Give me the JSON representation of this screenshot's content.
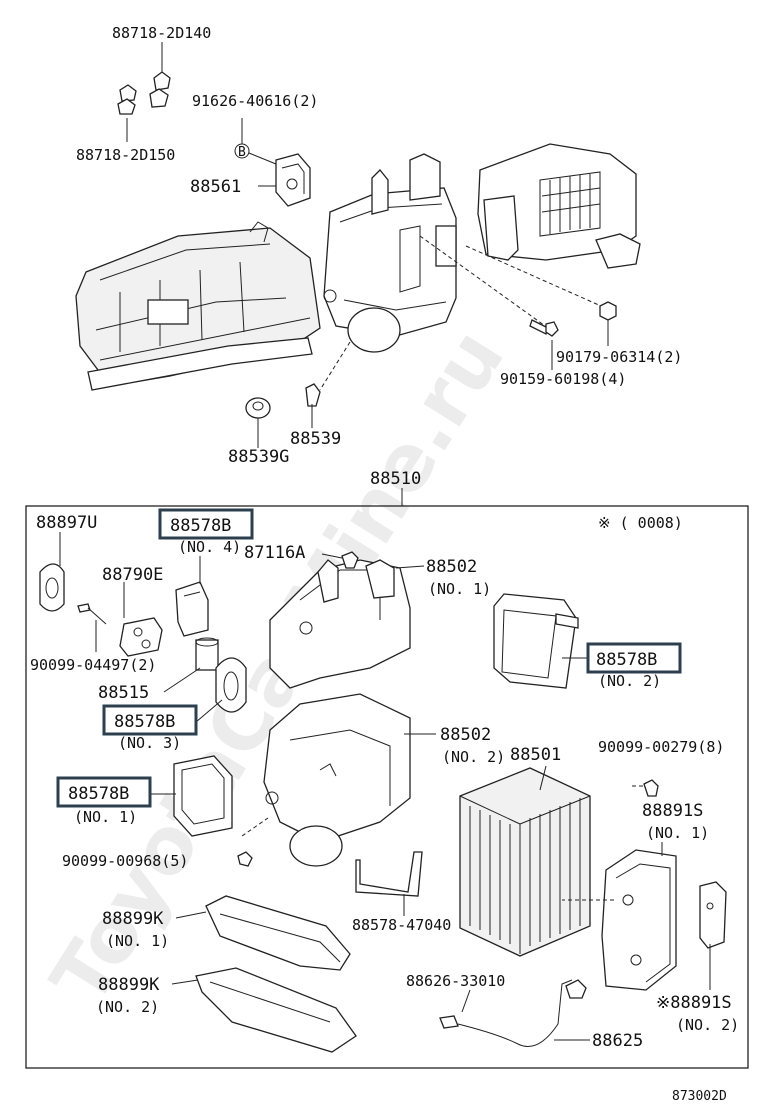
{
  "watermark": "ToyotaCarMine.ru",
  "diagram_id": "873002D",
  "note": "※ (        0008)",
  "labels": {
    "p88718_2d140": "88718-2D140",
    "p88718_2d150": "88718-2D150",
    "p91626": "91626-40616(2)",
    "b_mark": "B",
    "p88561": "88561",
    "p90179": "90179-06314(2)",
    "p90159": "90159-60198(4)",
    "p88539": "88539",
    "p88539g": "88539G",
    "p88510": "88510",
    "p88897u": "88897U",
    "p88578b_4": "88578B",
    "p88578b_4_no": "(NO. 4)",
    "p87116a": "87116A",
    "p88502_1": "88502",
    "p88502_1_no": "(NO. 1)",
    "p88790e": "88790E",
    "p88578b_2": "88578B",
    "p88578b_2_no": "(NO. 2)",
    "p90099_04497": "90099-04497(2)",
    "p88515": "88515",
    "p88578b_3": "88578B",
    "p88578b_3_no": "(NO. 3)",
    "p88502_2": "88502",
    "p88502_2_no": "(NO. 2)",
    "p88501": "88501",
    "p90099_00279": "90099-00279(8)",
    "p88578b_1": "88578B",
    "p88578b_1_no": "(NO. 1)",
    "p88891s_1": "88891S",
    "p88891s_1_no": "(NO. 1)",
    "p90099_00968": "90099-00968(5)",
    "p88578_47040": "88578-47040",
    "p88899k_1": "88899K",
    "p88899k_1_no": "(NO. 1)",
    "p88899k_2": "88899K",
    "p88899k_2_no": "(NO. 2)",
    "p88626": "88626-33010",
    "p88625": "88625",
    "p88891s_2": "※88891S",
    "p88891s_2_no": "(NO. 2)"
  }
}
